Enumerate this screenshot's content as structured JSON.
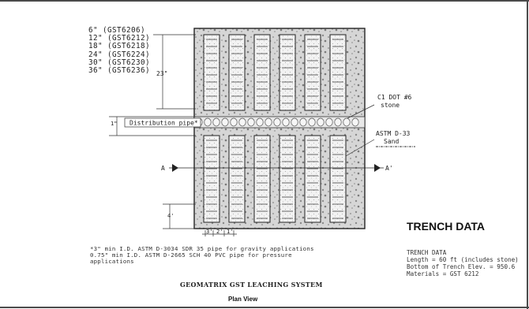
{
  "pipe_sizes": [
    "6\" (GST6206)",
    "12\" (GST6212)",
    "18\" (GST6218)",
    "24\" (GST6224)",
    "30\" (GST6230)",
    "36\" (GST6236)"
  ],
  "callouts": {
    "dimension_left": "23\"",
    "dimension_small": "1\"",
    "distribution_pipe": "Distribution pipe*",
    "stone": [
      "C1 DOT #6",
      "stone"
    ],
    "screen": [
      "ASTM D-33",
      "Sand"
    ],
    "section_a_left": "A",
    "section_a_right": "A'",
    "dimension_bottom_left": "4'",
    "dimension_bottom_a": "3'",
    "dimension_bottom_b": "2'",
    "dimension_bottom_c": "1'"
  },
  "footnote": [
    "*3\" min I.D. ASTM D-3034 SDR 35 pipe for gravity applications",
    "0.75\" min I.D. ASTM D-2665 SCH 40 PVC pipe for pressure",
    "applications"
  ],
  "drawing_title": "GEOMATRIX GST LEACHING SYSTEM",
  "drawing_subtitle": "Plan View",
  "trench_data": {
    "heading": "TRENCH DATA",
    "label": "TRENCH DATA",
    "lines": [
      "Length = 60 ft (includes stone)",
      "Bottom of Trench Elev. = 950.6",
      "Materials = GST 6212"
    ]
  },
  "colors": {
    "ink": "#222222",
    "stone_fill": "#cfcfcf",
    "frame": "#4a4a4a"
  }
}
